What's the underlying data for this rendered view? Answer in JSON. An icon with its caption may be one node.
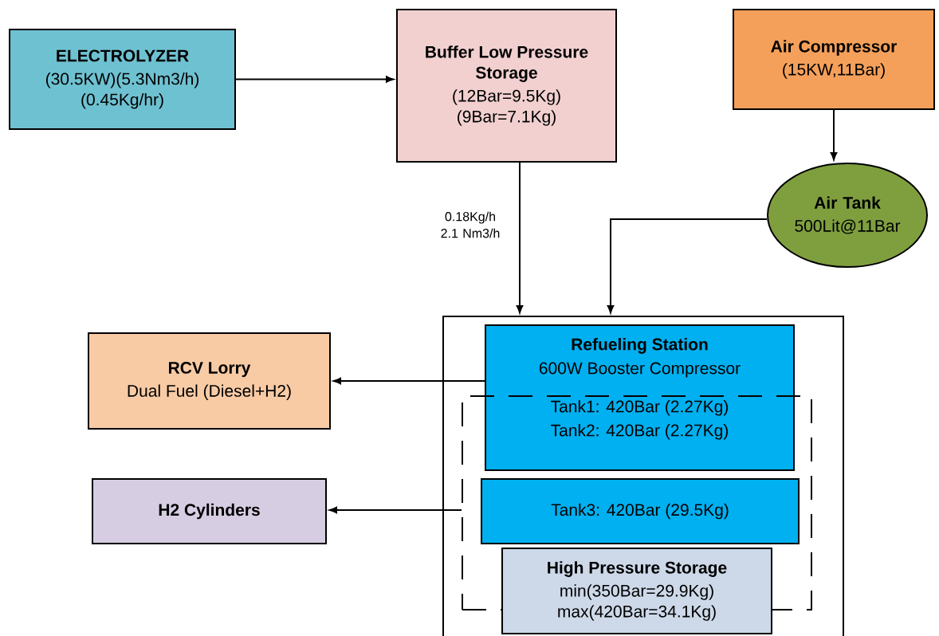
{
  "diagram": {
    "nodes": [
      {
        "text": [
          "ELECTROLYZER",
          "(30.5KW)(5.3Nm3/h) (0.45Kg/hr)"
        ]
      },
      {
        "text": [
          "Buffer Low Pressure Storage",
          "(12Bar=9.5Kg) (9Bar=7.1Kg)"
        ]
      },
      {
        "text": [
          "Air Compressor",
          "(15KW,11Bar)"
        ]
      },
      {
        "text": [
          "Air Tank",
          "500Lit@11Bar"
        ]
      },
      {
        "text": [],
        "shape": "box"
      },
      {
        "text": [
          "Refueling Station",
          "600W Booster Compressor",
          "Tank1: 420Bar (2.27Kg)",
          "Tank2: 420Bar (2.27Kg)"
        ],
        "in": 4
      },
      {
        "text": [],
        "shape": "box",
        "in": 4
      },
      {
        "text": [
          "Tank3: 420Bar (29.5Kg)"
        ],
        "in": 6
      },
      {
        "text": [
          "High Pressure Storage",
          "min(350Bar=29.9Kg) max(420Bar=34.1Kg)"
        ],
        "in": 4
      },
      {
        "text": [
          "RCV Lorry",
          "Dual Fuel (Diesel+H2)"
        ]
      },
      {
        "text": [
          "H2 Cylinders"
        ]
      }
    ],
    "edges": [
      {
        "from": 0,
        "to": 1,
        "arrow": "to"
      },
      {
        "from": 1,
        "to": 4,
        "arrow": "to",
        "label": "0.18Kg/h 2.1 Nm3/h"
      },
      {
        "from": 2,
        "to": 3,
        "arrow": "to"
      },
      {
        "from": 3,
        "to": 4,
        "arrow": "to"
      },
      {
        "from": 5,
        "to": 9,
        "arrow": "to"
      },
      {
        "from": 6,
        "to": 10,
        "arrow": "to"
      }
    ]
  }
}
